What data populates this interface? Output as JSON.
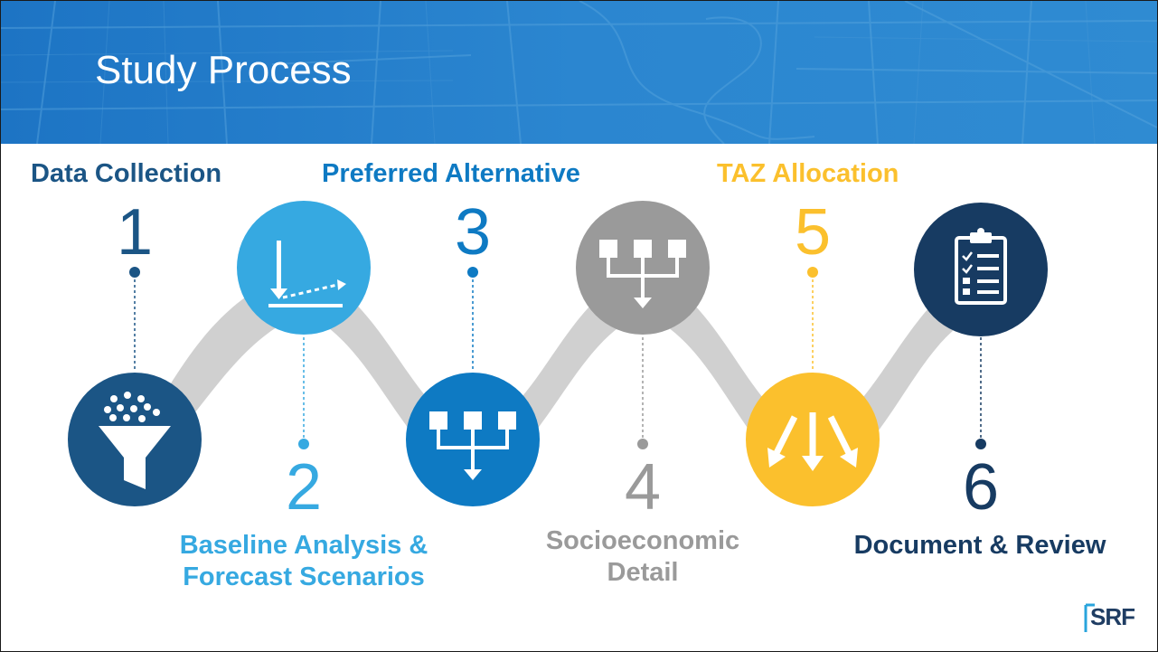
{
  "header": {
    "title": "Study Process"
  },
  "colors": {
    "dark_blue": "#1b5585",
    "medium_blue": "#0e7ac3",
    "light_blue": "#36a9e1",
    "gray": "#9a9a9a",
    "yellow": "#fbc02d",
    "navy": "#173b62",
    "connector": "#d0d0d0"
  },
  "steps": [
    {
      "number": "1",
      "title": "Data Collection",
      "icon": "funnel-icon"
    },
    {
      "number": "2",
      "title_line1": "Baseline Analysis &",
      "title_line2": "Forecast Scenarios",
      "icon": "trend-chart-icon"
    },
    {
      "number": "3",
      "title": "Preferred Alternative",
      "icon": "converge-boxes-icon"
    },
    {
      "number": "4",
      "title_line1": "Socioeconomic",
      "title_line2": "Detail",
      "icon": "converge-boxes-icon"
    },
    {
      "number": "5",
      "title": "TAZ Allocation",
      "icon": "diverge-arrows-icon"
    },
    {
      "number": "6",
      "title": "Document & Review",
      "icon": "clipboard-checklist-icon"
    }
  ],
  "logo": {
    "text": "SRF"
  }
}
